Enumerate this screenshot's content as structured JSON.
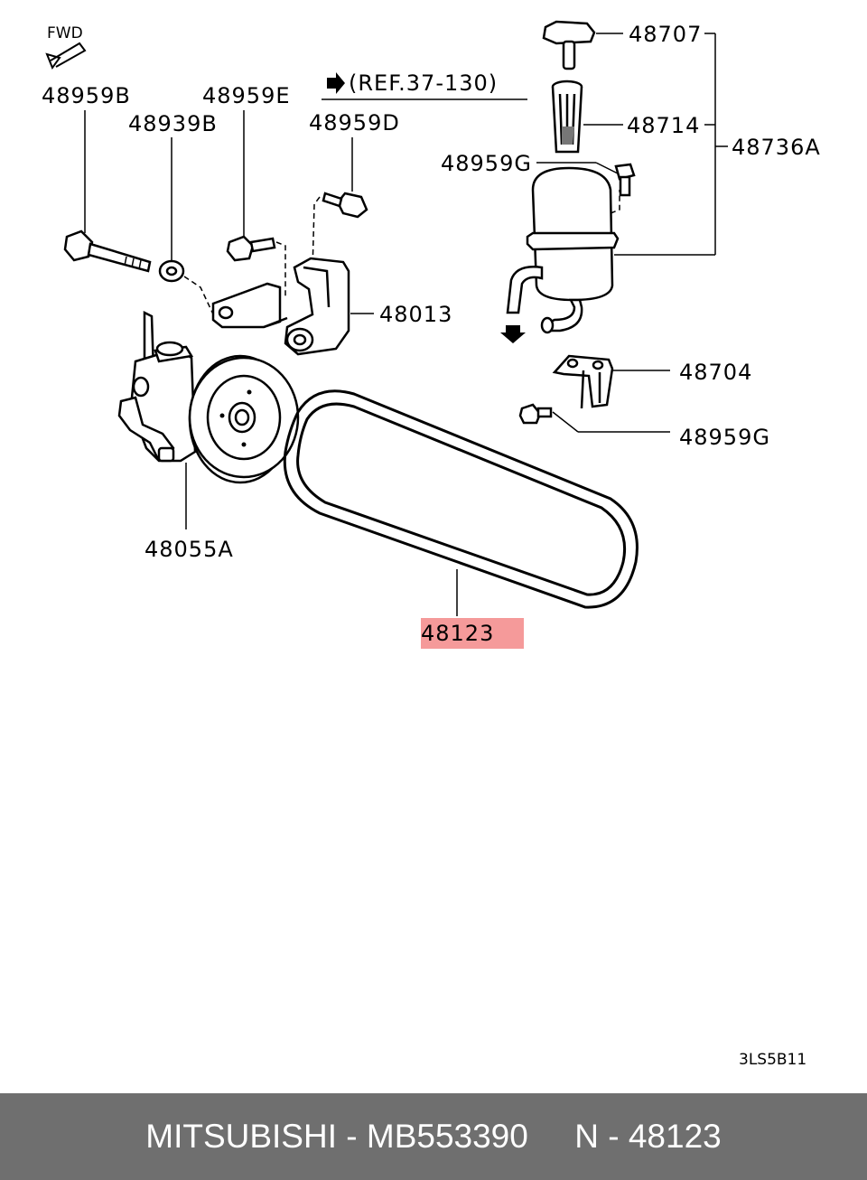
{
  "diagram": {
    "fwd_label": "FWD",
    "ref_label": "(REF.37-130)",
    "drawing_code": "3LS5B11",
    "highlight_color": "#f59a9a",
    "parts": {
      "p48959B": "48959B",
      "p48939B": "48939B",
      "p48959E": "48959E",
      "p48959D": "48959D",
      "p48707": "48707",
      "p48714": "48714",
      "p48736A": "48736A",
      "p48959G_top": "48959G",
      "p48013": "48013",
      "p48704": "48704",
      "p48959G_bottom": "48959G",
      "p48055A": "48055A",
      "p48123": "48123"
    }
  },
  "footer": {
    "text": "MITSUBISHI - MB553390     N - 48123"
  }
}
